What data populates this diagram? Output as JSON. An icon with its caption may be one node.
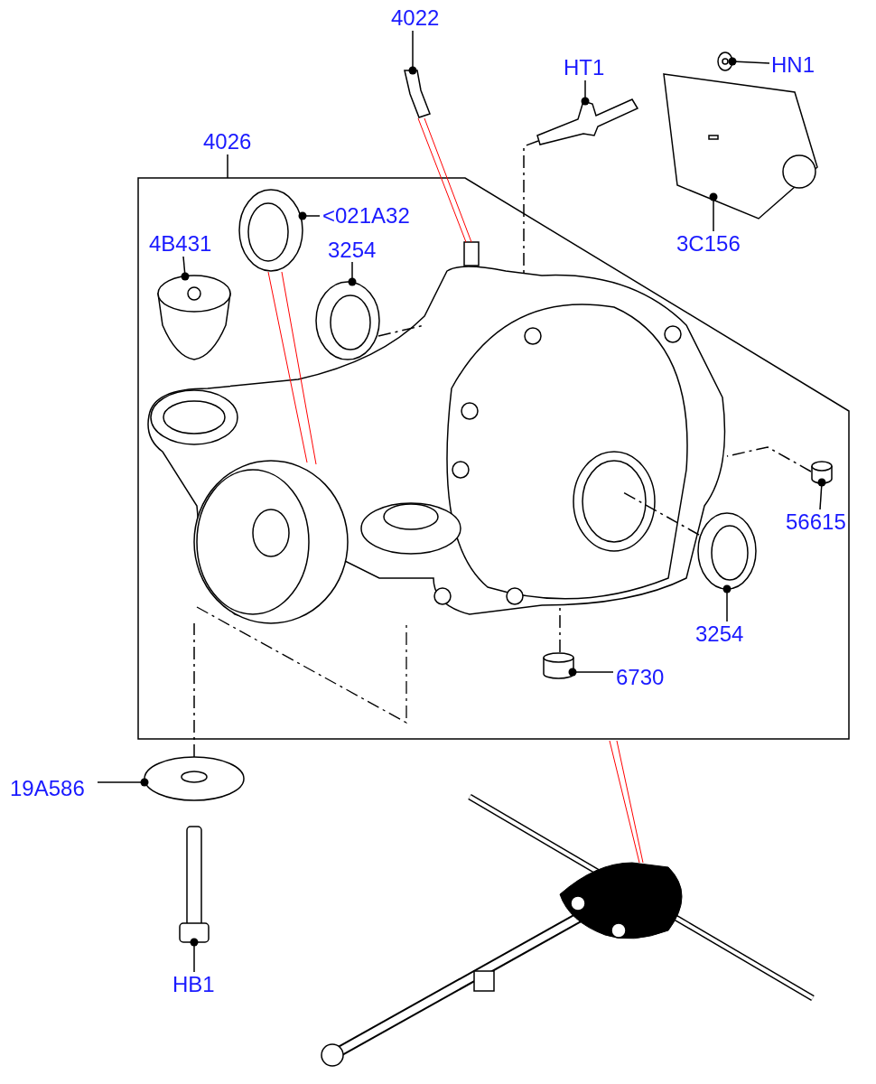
{
  "diagram": {
    "nodes": [
      {
        "text": [
          "4022"
        ]
      },
      {
        "text": [
          "HT1"
        ]
      },
      {
        "text": [
          "HN1"
        ]
      },
      {
        "text": [
          "4026"
        ]
      },
      {
        "text": [
          "<021A32"
        ],
        "in": 16
      },
      {
        "text": [
          "3254"
        ],
        "in": 16
      },
      {
        "text": [
          "4B431"
        ],
        "in": 16
      },
      {
        "text": [
          "3C156"
        ]
      },
      {
        "text": [
          "56615"
        ],
        "in": 16
      },
      {
        "text": [
          "3254"
        ],
        "in": 16
      },
      {
        "text": [
          "6730"
        ],
        "in": 16
      },
      {
        "text": [
          "19A586"
        ]
      },
      {
        "text": [
          "HB1"
        ]
      },
      {
        "text": [],
        "shape": "picture"
      },
      {
        "text": [],
        "shape": "picture"
      },
      {
        "text": [],
        "shape": "picture"
      },
      {
        "text": [],
        "shape": "box"
      },
      {
        "text": [],
        "shape": "picture",
        "in": 16
      },
      {
        "text": [],
        "shape": "picture",
        "in": 16
      },
      {
        "text": [],
        "shape": "picture",
        "in": 16
      },
      {
        "text": [],
        "shape": "picture"
      },
      {
        "text": [],
        "shape": "cylinder",
        "in": 16
      },
      {
        "text": [],
        "shape": "picture",
        "in": 16
      },
      {
        "text": [],
        "shape": "cylinder",
        "in": 16
      },
      {
        "text": [],
        "shape": "picture"
      },
      {
        "text": [],
        "shape": "picture"
      },
      {
        "text": [],
        "shape": "picture",
        "in": 16
      },
      {
        "text": [],
        "shape": "picture"
      }
    ],
    "edges": [
      {
        "from": 0,
        "to": 13,
        "arrow": "other"
      },
      {
        "from": 1,
        "to": 14,
        "arrow": "other"
      },
      {
        "from": 2,
        "to": 15,
        "arrow": "other"
      },
      {
        "from": 3,
        "to": 16,
        "arrow": "none"
      },
      {
        "from": 4,
        "to": 17,
        "arrow": "other"
      },
      {
        "from": 5,
        "to": 18,
        "arrow": "other"
      },
      {
        "from": 6,
        "to": 19,
        "arrow": "other"
      },
      {
        "from": 7,
        "to": 20,
        "arrow": "other"
      },
      {
        "from": 8,
        "to": 21,
        "arrow": "other"
      },
      {
        "from": 9,
        "to": 22,
        "arrow": "other"
      },
      {
        "from": 10,
        "to": 23,
        "arrow": "other"
      },
      {
        "from": 11,
        "to": 24,
        "arrow": "other"
      },
      {
        "from": 12,
        "to": 25,
        "arrow": "other"
      },
      {
        "from": 13,
        "to": 26,
        "arrow": "none",
        "color": "#ff0000"
      },
      {
        "from": 14,
        "to": 26,
        "arrow": "none",
        "style": "dashed"
      },
      {
        "from": 17,
        "to": 26,
        "arrow": "none",
        "color": "#ff0000"
      },
      {
        "from": 18,
        "to": 26,
        "arrow": "none",
        "style": "dashed"
      },
      {
        "from": 21,
        "to": 26,
        "arrow": "none",
        "style": "dashed"
      },
      {
        "from": 22,
        "to": 26,
        "arrow": "none",
        "style": "dashed"
      },
      {
        "from": 23,
        "to": 26,
        "arrow": "none",
        "style": "dashed"
      },
      {
        "from": 24,
        "to": 26,
        "arrow": "none",
        "style": "dashed"
      },
      {
        "from": 16,
        "to": 27,
        "arrow": "none",
        "color": "#ff0000"
      }
    ]
  }
}
